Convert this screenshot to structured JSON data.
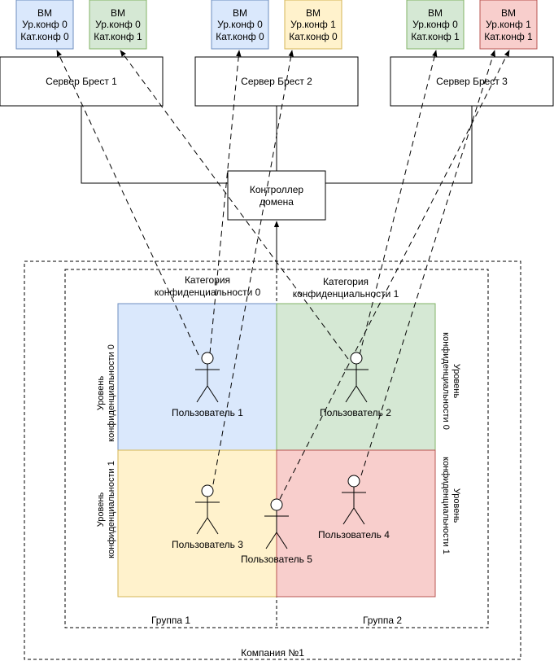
{
  "vms": [
    {
      "title": "ВМ",
      "level": "Ур.конф 0",
      "category": "Кат.конф 0",
      "fill": "#dae8fc",
      "stroke": "#6c8ebf"
    },
    {
      "title": "ВМ",
      "level": "Ур.конф 0",
      "category": "Кат.конф 1",
      "fill": "#d5e8d4",
      "stroke": "#82b366"
    },
    {
      "title": "ВМ",
      "level": "Ур.конф 0",
      "category": "Кат.конф 0",
      "fill": "#dae8fc",
      "stroke": "#6c8ebf"
    },
    {
      "title": "ВМ",
      "level": "Ур.конф 1",
      "category": "Кат.конф 0",
      "fill": "#fff2cc",
      "stroke": "#d6b656"
    },
    {
      "title": "ВМ",
      "level": "Ур.конф 0",
      "category": "Кат.конф 1",
      "fill": "#d5e8d4",
      "stroke": "#82b366"
    },
    {
      "title": "ВМ",
      "level": "Ур.конф 1",
      "category": "Кат.конф 1",
      "fill": "#f8cecc",
      "stroke": "#b85450"
    }
  ],
  "servers": [
    "Сервер Брест 1",
    "Сервер Брест 2",
    "Сервер Брест 3"
  ],
  "controller": {
    "line1": "Контроллер",
    "line2": "домена"
  },
  "categories": [
    {
      "line1": "Категория",
      "line2": "конфиденциальности 0"
    },
    {
      "line1": "Категория",
      "line2": "конфиденциальности 1"
    }
  ],
  "levels_left": [
    {
      "line1": "Уровень",
      "line2": "конфиденциальности 0"
    },
    {
      "line1": "Уровень",
      "line2": "конфиденциальности 1"
    }
  ],
  "levels_right": [
    {
      "line1": "Уровень",
      "line2": "конфиденциальности 0"
    },
    {
      "line1": "Уровень",
      "line2": "конфиденциальности 1"
    }
  ],
  "users": [
    "Пользователь 1",
    "Пользователь 2",
    "Пользователь 3",
    "Пользователь 4",
    "Пользователь 5"
  ],
  "groups": [
    "Группа 1",
    "Группа 2"
  ],
  "company": "Компания №1",
  "colors": {
    "blue_fill": "#dae8fc",
    "blue_stroke": "#6c8ebf",
    "green_fill": "#d5e8d4",
    "green_stroke": "#82b366",
    "yellow_fill": "#fff2cc",
    "yellow_stroke": "#d6b656",
    "red_fill": "#f8cecc",
    "red_stroke": "#b85450"
  }
}
